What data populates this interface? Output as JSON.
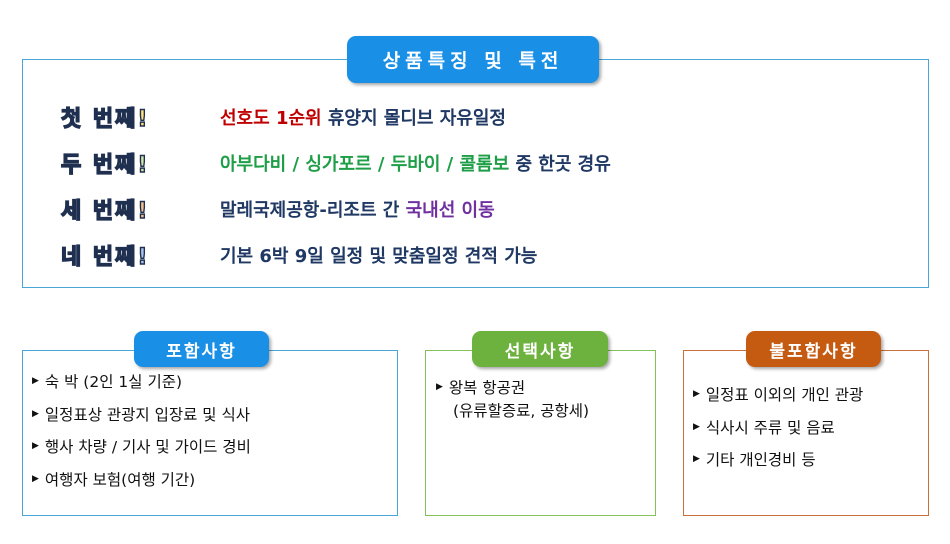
{
  "header": {
    "title": "상품특징 및 특전"
  },
  "features": [
    {
      "ordinal": "첫 번째!",
      "parts": [
        {
          "text": "선호도 1순위",
          "style": "red"
        },
        {
          "text": " 휴양지 몰디브 자유일정",
          "style": "navy"
        }
      ]
    },
    {
      "ordinal": "두 번째!",
      "parts": [
        {
          "text": "아부다비 / 싱가포르 / 두바이 / 콜롬보",
          "style": "green"
        },
        {
          "text": " 중 한곳 경유",
          "style": "navy"
        }
      ]
    },
    {
      "ordinal": "세 번째!",
      "parts": [
        {
          "text": "말레국제공항-리조트 간 ",
          "style": "navy"
        },
        {
          "text": "국내선 이동",
          "style": "purple"
        }
      ]
    },
    {
      "ordinal": "네 번째!",
      "parts": [
        {
          "text": "기본 6박 9일 일정 및 맞춤일정 견적 가능",
          "style": "navy"
        }
      ]
    }
  ],
  "included": {
    "title": "포함사항",
    "items": [
      "숙 박 (2인 1실 기준)",
      "일정표상 관광지 입장료 및 식사",
      "행사 차량 / 기사 및 가이드 경비",
      "여행자 보험(여행 기간)"
    ]
  },
  "optional": {
    "title": "선택사항",
    "items": [
      "왕복 항공권"
    ],
    "subline": "(유류할증료, 공항세)"
  },
  "excluded": {
    "title": "불포함사항",
    "items": [
      "일정표 이외의 개인 관광",
      "식사시 주류 및 음료",
      "기타 개인경비 등"
    ]
  },
  "bullet_glyph": "▶"
}
